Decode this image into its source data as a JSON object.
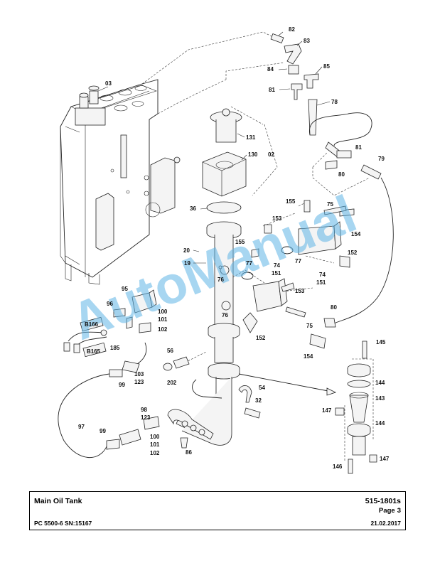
{
  "watermark": "AutoManual",
  "diagram": {
    "part_labels": [
      "82",
      "83",
      "84",
      "85",
      "81",
      "78",
      "03",
      "131",
      "130",
      "02",
      "81",
      "79",
      "80",
      "36",
      "155",
      "75",
      "153",
      "154",
      "20",
      "155",
      "77",
      "152",
      "19",
      "76",
      "74",
      "151",
      "77",
      "74",
      "151",
      "95",
      "153",
      "96",
      "100",
      "101",
      "102",
      "76",
      "80",
      "B166",
      "75",
      "152",
      "B165",
      "185",
      "154",
      "56",
      "202",
      "54",
      "103",
      "123",
      "145",
      "99",
      "32",
      "144",
      "143",
      "98",
      "123",
      "147",
      "97",
      "144",
      "99",
      "100",
      "101",
      "102",
      "86",
      "147",
      "146"
    ]
  },
  "footer": {
    "title": "Main Oil Tank",
    "doc_number": "515-1801s",
    "page_label": "Page",
    "page_number": "3",
    "model": "PC 5500-6 SN:15167",
    "date": "21.02.2017"
  }
}
